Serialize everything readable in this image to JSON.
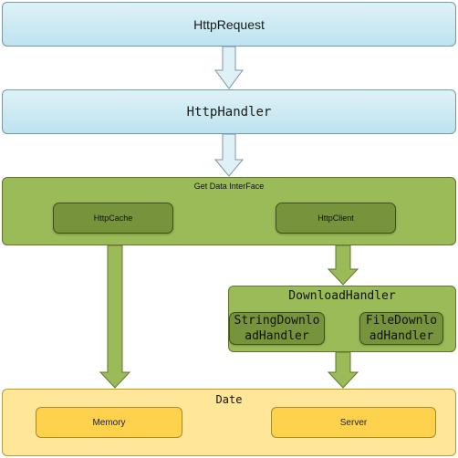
{
  "nodes": {
    "http_request": "HttpRequest",
    "http_handler": "HttpHandler",
    "get_data_interface": {
      "title": "Get Data InterFace",
      "http_cache": "HttpCache",
      "http_client": "HttpClient"
    },
    "download_handler": {
      "title": "DownloadHandler",
      "string_download_handler": "StringDownloadHandler",
      "file_download_handler": "FileDownloadHandler"
    },
    "date": {
      "title": "Date",
      "memory": "Memory",
      "server": "Server"
    }
  },
  "colors": {
    "blue_box": "#cce9f3",
    "green_box": "#9bbb59",
    "dark_green_box": "#77933c",
    "yellow_outer": "#ffe699",
    "yellow_inner": "#ffd24d",
    "arrow_green": "#9bbb59",
    "arrow_blue": "#dff1f7"
  },
  "edges": [
    {
      "from": "http_request",
      "to": "http_handler"
    },
    {
      "from": "http_handler",
      "to": "get_data_interface"
    },
    {
      "from": "http_cache",
      "to": "memory"
    },
    {
      "from": "http_client",
      "to": "download_handler"
    },
    {
      "from": "download_handler",
      "to": "date"
    }
  ]
}
